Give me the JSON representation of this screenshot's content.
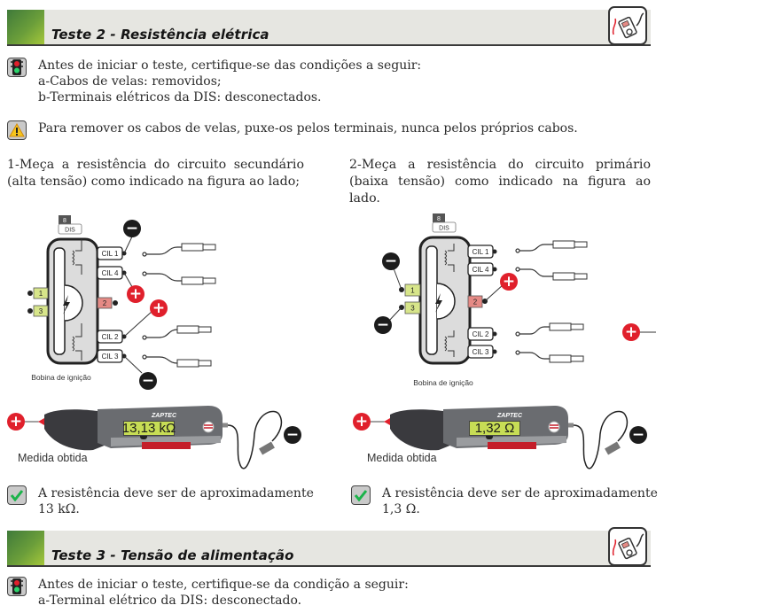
{
  "sections": [
    {
      "title": "Teste 2 - Resistência elétrica",
      "icon": "multimeter-icon"
    },
    {
      "title": "Teste 3 - Tensão de alimentação",
      "icon": "multimeter-icon"
    }
  ],
  "test2": {
    "precondition": {
      "icon": "traffic-light-icon",
      "lines": [
        "Antes de iniciar o teste, certifique-se das condições a seguir:",
        "a-Cabos de velas: removidos;",
        "b-Terminais elétricos da DIS: desconectados."
      ]
    },
    "warning": {
      "icon": "warning-icon",
      "text": "Para remover os cabos de velas, puxe-os pelos terminais, nunca pelos próprios cabos."
    },
    "steps": [
      {
        "text": "1-Meça a resistência do circuito secundário (alta tensão) como indicado na figura ao lado;",
        "diagram": {
          "connector_number": "8",
          "connector_label": "DIS",
          "caption": "Bobina de ignição",
          "outputs": [
            "CIL 1",
            "CIL 4",
            "CIL 2",
            "CIL 3"
          ],
          "pins_left": [
            "1",
            "3"
          ],
          "pin_right": "2"
        },
        "meter": {
          "brand": "ZAPTEC",
          "reading": "13,13 kΩ",
          "label": "Medida obtida"
        },
        "result": {
          "icon": "check-icon",
          "lines": [
            "A resistência deve ser de aproximadamente",
            "13 kΩ."
          ]
        }
      },
      {
        "text": "2-Meça a resistência do circuito primário (baixa tensão) como indicado na figura ao lado.",
        "diagram": {
          "connector_number": "8",
          "connector_label": "DIS",
          "caption": "Bobina de ignição",
          "outputs": [
            "CIL 1",
            "CIL 4",
            "CIL 2",
            "CIL 3"
          ],
          "pins_left": [
            "1",
            "3"
          ],
          "pin_right": "2"
        },
        "meter": {
          "brand": "ZAPTEC",
          "reading": "1,32 Ω",
          "label": "Medida obtida"
        },
        "result": {
          "icon": "check-icon",
          "lines": [
            "A resistência deve ser de aproximadamente",
            "1,3 Ω."
          ]
        }
      }
    ]
  },
  "test3": {
    "precondition": {
      "icon": "traffic-light-icon",
      "lines": [
        "Antes de iniciar o teste, certifique-se da condição a seguir:",
        "a-Terminal elétrico da DIS: desconectado."
      ]
    }
  },
  "colors": {
    "header_green_dark": "#3f7a3a",
    "header_green_light": "#a6c83a",
    "header_bar": "#e6e6e1",
    "probe_positive": "#e0202c",
    "probe_negative": "#1c1c1c",
    "lcd": "#c7dd55",
    "pin_green": "#d7e58a",
    "pin_red": "#e58a85"
  }
}
